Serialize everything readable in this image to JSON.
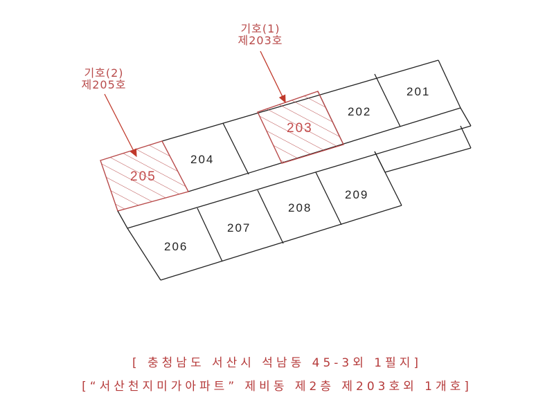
{
  "colors": {
    "outline": "#222222",
    "highlight": "#b84a4a",
    "caption": "#b53a3a",
    "background": "#ffffff"
  },
  "callouts": [
    {
      "line1": "기호(1)",
      "line2": "제203호",
      "target": "203"
    },
    {
      "line1": "기호(2)",
      "line2": "제205호",
      "target": "205"
    }
  ],
  "units": {
    "201": "201",
    "202": "202",
    "203": "203",
    "204": "204",
    "205": "205",
    "206": "206",
    "207": "207",
    "208": "208",
    "209": "209"
  },
  "highlighted_units": [
    "203",
    "205"
  ],
  "captions": {
    "line1": "[ 충청남도 서산시 석남동 45-3외 1필지]",
    "line2": "[“서산천지미가아파트” 제비동 제2층 제203호외 1개호]"
  }
}
